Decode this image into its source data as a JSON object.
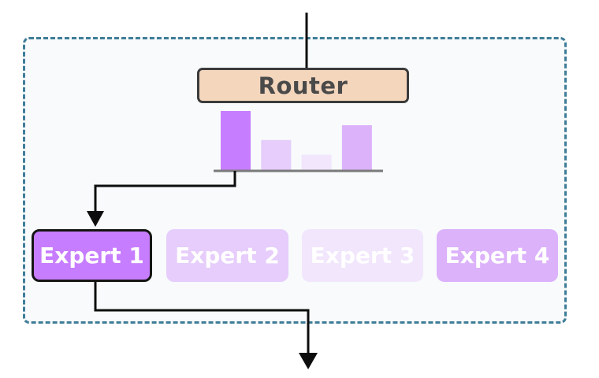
{
  "router": {
    "label": "Router",
    "fill": "#f4d6bd",
    "border": "#3b3b3b"
  },
  "experts": [
    {
      "label": "Expert 1",
      "color": "#c77dff",
      "selected": true
    },
    {
      "label": "Expert 2",
      "color": "#e6cdfb",
      "selected": false
    },
    {
      "label": "Expert 3",
      "color": "#f1e6fc",
      "selected": false
    },
    {
      "label": "Expert 4",
      "color": "#dcb2fb",
      "selected": false
    }
  ],
  "router_weights": [
    {
      "expert": "Expert 1",
      "weight": 1.0,
      "color": "#c77dff"
    },
    {
      "expert": "Expert 2",
      "weight": 0.51,
      "color": "#e6cdfb"
    },
    {
      "expert": "Expert 3",
      "weight": 0.26,
      "color": "#f1e6fc"
    },
    {
      "expert": "Expert 4",
      "weight": 0.76,
      "color": "#dcb2fb"
    }
  ],
  "colors": {
    "container_border": "#3f7d98",
    "container_fill": "#f8fafc",
    "arrow": "#0d0d0d",
    "baseline": "#7a7a7a"
  }
}
